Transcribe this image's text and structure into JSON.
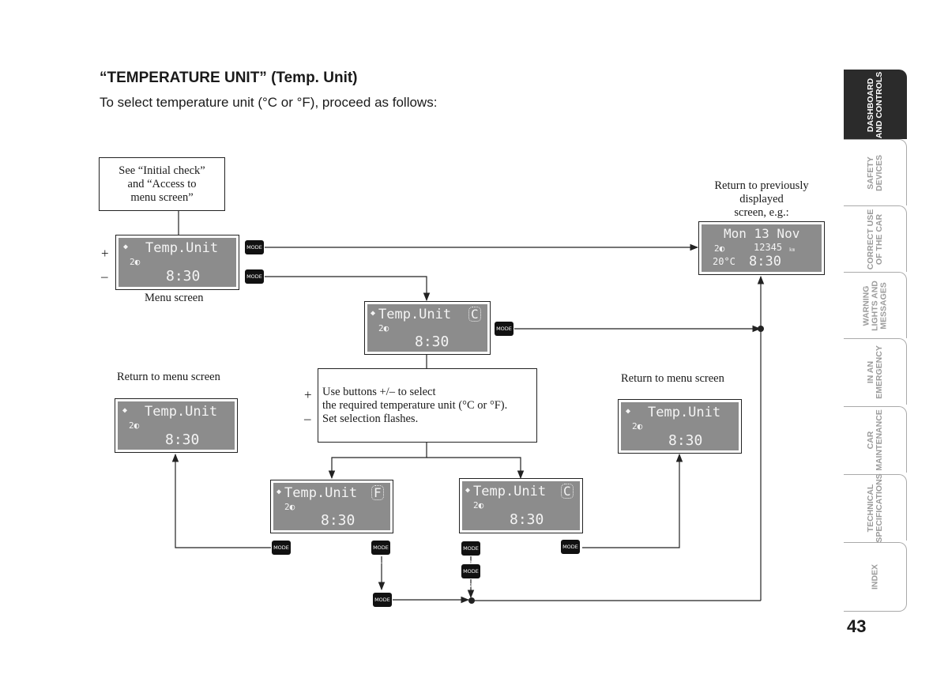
{
  "heading": "“TEMPERATURE UNIT” (Temp. Unit)",
  "intro": "To select temperature unit (°C or °F), proceed as follows:",
  "start_box": {
    "line1": "See “Initial check”",
    "line2": "and “Access to",
    "line3": "menu screen”"
  },
  "menu_caption": "Menu screen",
  "return_prev_caption": {
    "line1": "Return to previously",
    "line2": "displayed",
    "line3": "screen, e.g.:"
  },
  "return_menu_left": "Return to menu screen",
  "return_menu_right": "Return to menu screen",
  "instruction_box": {
    "line1": "Use buttons +/– to select",
    "line2": "the required temperature unit (°C or °F).",
    "line3": "Set selection flashes."
  },
  "plus": "+",
  "minus": "–",
  "lcd": {
    "menu_title": "Temp.Unit",
    "gear_light": "2◐",
    "time": "8:30",
    "unit_c": "C",
    "unit_f": "F",
    "prev_date": "Mon 13 Nov",
    "prev_odo": "12345",
    "prev_km": "km",
    "prev_temp": "20°C",
    "arrows": "◆"
  },
  "mode_buttons": {
    "mode1": "MODE 1",
    "mode2": "MODE 2"
  },
  "sidebar": {
    "tabs": [
      {
        "line1": "DASHBOARD",
        "line2": "AND CONTROLS"
      },
      {
        "line1": "SAFETY",
        "line2": "DEVICES"
      },
      {
        "line1": "CORRECT USE",
        "line2": "OF THE CAR"
      },
      {
        "line1": "WARNING",
        "line2": "LIGHTS AND",
        "line3": "MESSAGES"
      },
      {
        "line1": "IN AN",
        "line2": "EMERGENCY"
      },
      {
        "line1": "CAR",
        "line2": "MAINTENANCE"
      },
      {
        "line1": "TECHNICAL",
        "line2": "SPECIFICATIONS"
      },
      {
        "line1": "INDEX"
      }
    ]
  },
  "page_number": "43"
}
